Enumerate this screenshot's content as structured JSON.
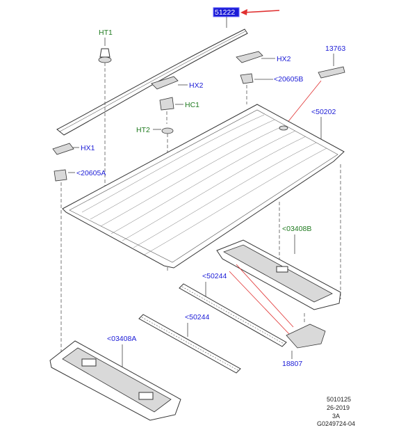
{
  "highlight": {
    "label": "51222",
    "bg": "#1a1ad6",
    "fg": "#ffffff",
    "arrow": "#e03030"
  },
  "callouts": {
    "ht1": "HT1",
    "hx2": "HX2",
    "c13763": "13763",
    "c20605b": "<20605B",
    "hx2b": "HX2",
    "hc1": "HC1",
    "c50202": "<50202",
    "ht2": "HT2",
    "hx1": "HX1",
    "c20605a": "<20605A",
    "c03408b": "<03408B",
    "c50244a": "<50244",
    "c50244b": "<50244",
    "c03408a": "<03408A",
    "c18807": "18807"
  },
  "colors": {
    "blue": "#1a1ad6",
    "green": "#1f7a1f",
    "red_lines": "#e03030"
  },
  "ref_block": {
    "line1": "5010125",
    "line2": "26-2019",
    "line3": "3A",
    "line4": "G0249724-04"
  }
}
